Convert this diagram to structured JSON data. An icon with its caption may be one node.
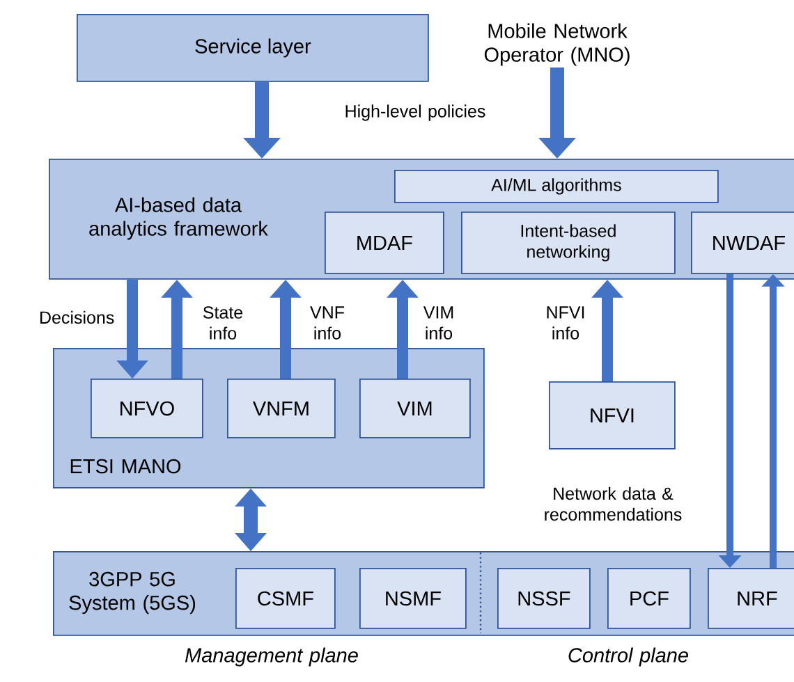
{
  "diagram": {
    "nodes": [
      {
        "text": [
          "Service layer"
        ]
      },
      {
        "text": [
          "Mobile Network Operator (MNO)"
        ]
      },
      {
        "text": [
          "AI-based data analytics framework"
        ]
      },
      {
        "text": [
          "AI/ML algorithms"
        ],
        "in": 2
      },
      {
        "text": [
          "MDAF"
        ],
        "in": 2
      },
      {
        "text": [
          "Intent-based networking"
        ],
        "in": 2
      },
      {
        "text": [
          "NWDAF"
        ],
        "in": 2
      },
      {
        "text": [
          "ETSI MANO"
        ]
      },
      {
        "text": [
          "NFVO"
        ],
        "in": 7
      },
      {
        "text": [
          "VNFM"
        ],
        "in": 7
      },
      {
        "text": [
          "VIM"
        ],
        "in": 7
      },
      {
        "text": [
          "NFVI"
        ]
      },
      {
        "text": [
          "3GPP 5G System (5GS)"
        ]
      },
      {
        "text": [
          "CSMF"
        ],
        "in": 12
      },
      {
        "text": [
          "NSMF"
        ],
        "in": 12
      },
      {
        "text": [
          "NSSF"
        ],
        "in": 12
      },
      {
        "text": [
          "PCF"
        ],
        "in": 12
      },
      {
        "text": [
          "NRF"
        ],
        "in": 12
      }
    ],
    "edges": [
      {
        "from": 0,
        "to": 2,
        "arrow": "to"
      },
      {
        "from": 1,
        "to": 2,
        "arrow": "to"
      },
      {
        "from": 2,
        "to": 8,
        "arrow": "to",
        "label": "Decisions"
      },
      {
        "from": 8,
        "to": 2,
        "arrow": "to",
        "label": "State info"
      },
      {
        "from": 9,
        "to": 2,
        "arrow": "to",
        "label": "VNF info"
      },
      {
        "from": 10,
        "to": 2,
        "arrow": "to",
        "label": "VIM info"
      },
      {
        "from": 11,
        "to": 2,
        "arrow": "to",
        "label": "NFVI info"
      },
      {
        "from": 7,
        "to": 12,
        "arrow": "both"
      },
      {
        "from": 6,
        "to": 17,
        "arrow": "to"
      },
      {
        "from": 17,
        "to": 6,
        "arrow": "to"
      }
    ],
    "labels": [
      "High-level policies",
      "Network data & recommendations",
      "Management plane",
      "Control plane"
    ]
  }
}
